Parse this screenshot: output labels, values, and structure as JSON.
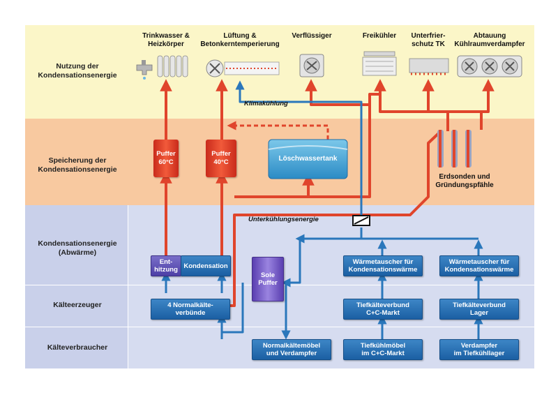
{
  "rows": {
    "nutzung": "Nutzung der\nKondensationsenergie",
    "speicherung": "Speicherung der\nKondensationsenergie",
    "kondensation": "Kondensationsenergie\n(Abwärme)",
    "erzeuger": "Kälteerzeuger",
    "verbraucher": "Kälteverbraucher"
  },
  "consumers": {
    "trinkwasser": "Trinkwasser &\nHeizkörper",
    "lueftung": "Lüftung &\nBetonkerntemperierung",
    "verfluessiger": "Verflüssiger",
    "freikuehler": "Freikühler",
    "unterfrier": "Unterfrier-\nschutz TK",
    "abtauung": "Abtauung\nKühlraumverdampfer"
  },
  "storage": {
    "puffer60": "Puffer\n60°C",
    "puffer40": "Puffer\n40°C",
    "loeschwasser": "Löschwassertank",
    "erdsonden": "Erdsonden und\nGründungspfähle"
  },
  "boxes": {
    "enthitzung": "Ent-\nhitzung",
    "kondensation": "Kondensation",
    "sole": "Sole\nPuffer",
    "normalkaelte": "4 Normalkälte-\nverbünde",
    "wt1": "Wärmetauscher für\nKondensationswärme",
    "wt2": "Wärmetauscher für\nKondensationswärme",
    "tk_cc": "Tiefkälteverbund\nC+C-Markt",
    "tk_lager": "Tiefkälteverbund\nLager",
    "normalmoebel": "Normalkältemöbel\nund Verdampfer",
    "tiefkuehl": "Tiefkühlmöbel\nim C+C-Markt",
    "verdampfer": "Verdampfer\nim Tiefkühllager"
  },
  "notes": {
    "klimakuehlung": "Klimakühlung",
    "unterkuehlung": "Unterkühlungsenergie"
  },
  "colors": {
    "band_yellow": "#fbf6c8",
    "band_orange": "#f8c9a0",
    "band_blue": "#d6dcf0",
    "flow_red": "#e0452c",
    "flow_blue": "#2a77bb"
  }
}
